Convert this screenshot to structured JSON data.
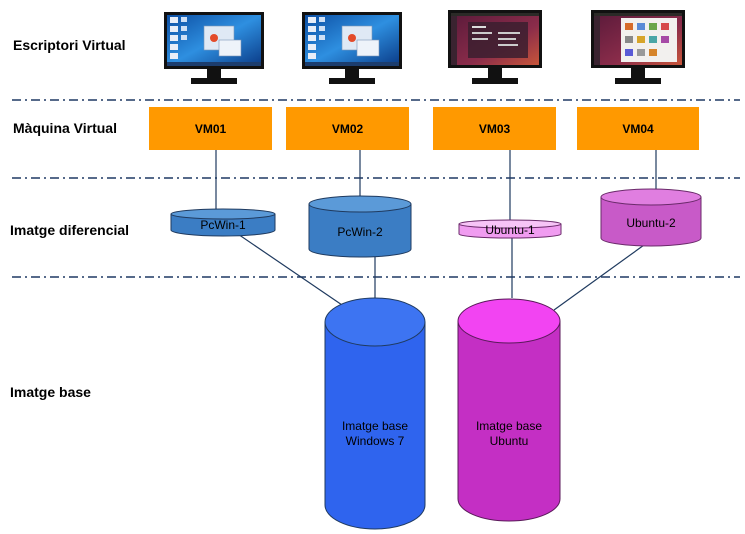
{
  "rows": {
    "desktop": "Escriptori Virtual",
    "vm": "Màquina Virtual",
    "diff": "Imatge diferencial",
    "base": "Imatge base"
  },
  "monitors": [
    {
      "os": "windows-7",
      "icon": "monitor-windows-icon"
    },
    {
      "os": "windows-7",
      "icon": "monitor-windows-icon"
    },
    {
      "os": "ubuntu",
      "icon": "monitor-ubuntu-icon"
    },
    {
      "os": "ubuntu",
      "icon": "monitor-ubuntu-icon"
    }
  ],
  "vms": [
    "VM01",
    "VM02",
    "VM03",
    "VM04"
  ],
  "diff_images": [
    {
      "label": "PcWin-1",
      "color": "#3b7dc4"
    },
    {
      "label": "PcWin-2",
      "color": "#3b7dc4"
    },
    {
      "label": "Ubuntu-1",
      "color": "#f09cf0"
    },
    {
      "label": "Ubuntu-2",
      "color": "#c85ac8"
    }
  ],
  "base_images": [
    {
      "line1": "Imatge base",
      "line2": "Windows 7",
      "color": "#2f64ee"
    },
    {
      "line1": "Imatge base",
      "line2": "Ubuntu",
      "color": "#c42fc4"
    }
  ],
  "colors": {
    "vm_box": "#ff9900",
    "separator": "#1f3864"
  }
}
